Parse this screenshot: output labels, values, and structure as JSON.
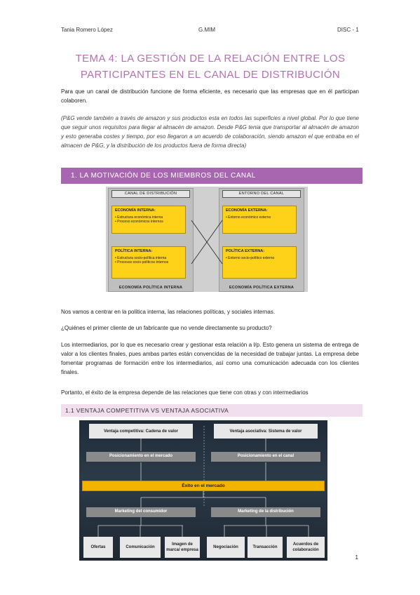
{
  "header": {
    "author": "Tania Romero López",
    "course": "G.MIM",
    "section": "DISC - 1"
  },
  "title": "TEMA 4: LA GESTIÓN DE LA RELACIÓN ENTRE LOS PARTICIPANTES EN EL CANAL DE DISTRIBUCIÓN",
  "intro": "Para que un canal de distribución funcione de forma eficiente, es necesario que las empresas que en él participan colaboren.",
  "example": "(P&G vende también a través de amazon y sus productos esta en todos las superficies a nivel global. Por lo que tiene que seguir unos requisitos para llegar al almacén de amazon. Desde P&G tenia que transportar al almacén de amazon y esto generaba costes y tiempo, por eso llegaron a un acuerdo de colaboración, siendo amazon el que entraba en el almacen de P&G, y la distribución de los productos fuera de forma directa)",
  "section1": "1.   LA MOTIVACIÓN DE LOS MIEMBROS DEL CANAL",
  "diagram1": {
    "left_head": "CANAL DE DISTRIBUCIÓN",
    "right_head": "ENTORNO DEL CANAL",
    "boxes": [
      {
        "title": "ECONOMÍA INTERNA:",
        "items": [
          "• Estructura económica interna",
          "• Proceso económicos internos"
        ]
      },
      {
        "title": "POLÍTICA INTERNA:",
        "items": [
          "• Estructura socio-política interna",
          "• Procesos socio-políticos internos"
        ]
      },
      {
        "title": "ECONOMÍA EXTERNA:",
        "items": [
          "• Entorno económico externo"
        ]
      },
      {
        "title": "POLÍTICA EXTERNA:",
        "items": [
          "• Entorno socio-político externo"
        ]
      }
    ],
    "left_tail": "ECONOMÍA POLÍTICA INTERNA",
    "right_tail": "ECONOMÍA POLÍTICA EXTERNA"
  },
  "p1": "Nos vamos a centrar en la política interna, las relaciones políticas, y sociales internas.",
  "p2": "¿Quiénes el primer cliente de un fabricante que no vende directamente su producto?",
  "p3": "Los intermediarios, por lo que es necesario crear y gestionar esta relación a l/p. Esto genera un sistema de entrega de valor a los clientes finales, pues ambas partes están convencidas de la necesidad de trabajar juntas. La empresa debe fomentar programas de formación entre los intermediarios, así como una comunicación adecuada con los clientes finales.",
  "p4": "Portanto, el éxito de la empresa depende de las relaciones que tiene con otras y con intermediarios",
  "section2": "1.1 VENTAJA COMPETITIVA VS VENTAJA ASOCIATIVA",
  "diagram2": {
    "top_left": "Ventaja competitiva: Cadena de valor",
    "top_right": "Ventaja asociativa: Sistema de valor",
    "pos_left": "Posicionamiento en el mercado",
    "pos_right": "Posicionamiento en el canal",
    "success": "Éxito en el mercado",
    "mk_left": "Marketing del consumidor",
    "mk_right": "Marketing de la distribución",
    "leaves": [
      "Ofertas",
      "Comunicación",
      "Imagen de marca/ empresa",
      "Negociación",
      "Transacción",
      "Acuerdos de colaboración"
    ]
  },
  "page_number": "1"
}
